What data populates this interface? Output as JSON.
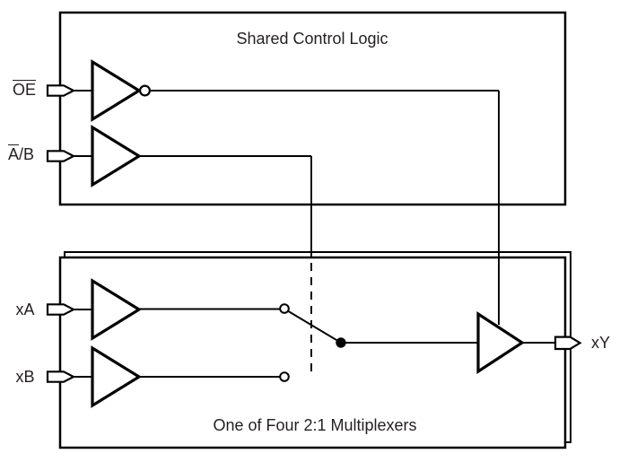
{
  "diagram": {
    "type": "logic-block-diagram",
    "background_color": "#ffffff",
    "line_color": "#000000",
    "text_color": "#231f20",
    "control_block": {
      "title": "Shared Control Logic",
      "inputs": [
        {
          "name": "OE",
          "overlined": "OE",
          "rest": "",
          "gate": "inverter"
        },
        {
          "name": "A/B",
          "overlined": "A",
          "rest": "/B",
          "gate": "buffer"
        }
      ]
    },
    "mux_block": {
      "caption": "One of Four 2:1 Multiplexers",
      "stacked_sheets": 2,
      "inputs": [
        {
          "name": "xA",
          "gate": "buffer"
        },
        {
          "name": "xB",
          "gate": "buffer"
        }
      ],
      "output": {
        "name": "xY",
        "gate": "buffer"
      }
    },
    "labels": {
      "oe": {
        "overlined": "OE",
        "rest": ""
      },
      "ab": {
        "overlined": "A",
        "rest": "/B"
      },
      "xa": "xA",
      "xb": "xB",
      "xy": "xY"
    }
  }
}
